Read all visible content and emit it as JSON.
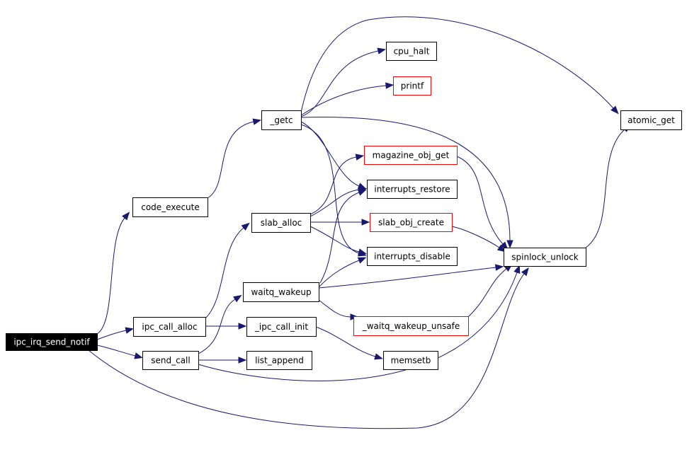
{
  "colors": {
    "edge": "#191970",
    "node_border_default": "#000000",
    "node_border_external": "#ff0000",
    "root_fill": "#000000",
    "root_text": "#ffffff",
    "node_fill": "#ffffff",
    "node_text": "#000000"
  },
  "nodes": {
    "ipc_irq_send_notif": {
      "label": "ipc_irq_send_notif",
      "style": "root"
    },
    "code_execute": {
      "label": "code_execute",
      "style": "default"
    },
    "ipc_call_alloc": {
      "label": "ipc_call_alloc",
      "style": "default"
    },
    "send_call": {
      "label": "send_call",
      "style": "default"
    },
    "_getc": {
      "label": "_getc",
      "style": "default"
    },
    "slab_alloc": {
      "label": "slab_alloc",
      "style": "default"
    },
    "waitq_wakeup": {
      "label": "waitq_wakeup",
      "style": "default"
    },
    "_ipc_call_init": {
      "label": "_ipc_call_init",
      "style": "default"
    },
    "list_append": {
      "label": "list_append",
      "style": "default"
    },
    "cpu_halt": {
      "label": "cpu_halt",
      "style": "default"
    },
    "printf": {
      "label": "printf",
      "style": "external"
    },
    "magazine_obj_get": {
      "label": "magazine_obj_get",
      "style": "external"
    },
    "interrupts_restore": {
      "label": "interrupts_restore",
      "style": "default"
    },
    "slab_obj_create": {
      "label": "slab_obj_create",
      "style": "external"
    },
    "interrupts_disable": {
      "label": "interrupts_disable",
      "style": "default"
    },
    "_waitq_wakeup_unsafe": {
      "label": "_waitq_wakeup_unsafe",
      "style": "external"
    },
    "memsetb": {
      "label": "memsetb",
      "style": "default"
    },
    "spinlock_unlock": {
      "label": "spinlock_unlock",
      "style": "default"
    },
    "atomic_get": {
      "label": "atomic_get",
      "style": "default"
    }
  },
  "edges": [
    {
      "from": "ipc_irq_send_notif",
      "to": "code_execute"
    },
    {
      "from": "ipc_irq_send_notif",
      "to": "ipc_call_alloc"
    },
    {
      "from": "ipc_irq_send_notif",
      "to": "send_call"
    },
    {
      "from": "ipc_irq_send_notif",
      "to": "spinlock_unlock"
    },
    {
      "from": "code_execute",
      "to": "_getc"
    },
    {
      "from": "_getc",
      "to": "cpu_halt"
    },
    {
      "from": "_getc",
      "to": "printf"
    },
    {
      "from": "_getc",
      "to": "atomic_get"
    },
    {
      "from": "_getc",
      "to": "interrupts_restore"
    },
    {
      "from": "_getc",
      "to": "interrupts_disable"
    },
    {
      "from": "_getc",
      "to": "spinlock_unlock"
    },
    {
      "from": "ipc_call_alloc",
      "to": "slab_alloc"
    },
    {
      "from": "ipc_call_alloc",
      "to": "_ipc_call_init"
    },
    {
      "from": "slab_alloc",
      "to": "magazine_obj_get"
    },
    {
      "from": "slab_alloc",
      "to": "interrupts_restore"
    },
    {
      "from": "slab_alloc",
      "to": "slab_obj_create"
    },
    {
      "from": "slab_alloc",
      "to": "interrupts_disable"
    },
    {
      "from": "send_call",
      "to": "waitq_wakeup"
    },
    {
      "from": "send_call",
      "to": "list_append"
    },
    {
      "from": "send_call",
      "to": "spinlock_unlock"
    },
    {
      "from": "waitq_wakeup",
      "to": "interrupts_restore"
    },
    {
      "from": "waitq_wakeup",
      "to": "interrupts_disable"
    },
    {
      "from": "waitq_wakeup",
      "to": "spinlock_unlock"
    },
    {
      "from": "waitq_wakeup",
      "to": "_waitq_wakeup_unsafe"
    },
    {
      "from": "_ipc_call_init",
      "to": "memsetb"
    },
    {
      "from": "magazine_obj_get",
      "to": "spinlock_unlock"
    },
    {
      "from": "slab_obj_create",
      "to": "spinlock_unlock"
    },
    {
      "from": "_waitq_wakeup_unsafe",
      "to": "spinlock_unlock"
    },
    {
      "from": "spinlock_unlock",
      "to": "atomic_get"
    }
  ]
}
